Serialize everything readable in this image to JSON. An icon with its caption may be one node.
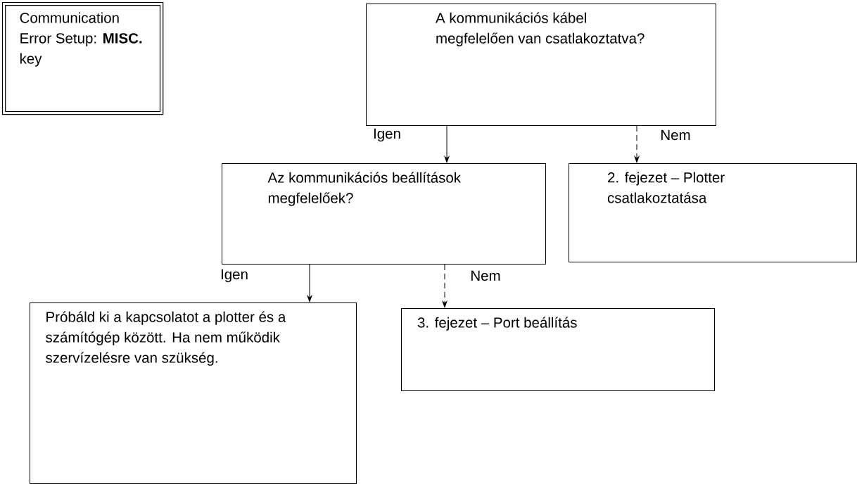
{
  "diagram": {
    "nodes": [
      {
        "text": [
          "Communication Error Setup: **MISC.** key"
        ]
      },
      {
        "text": [
          "A kommunikációs kábel megfelelően van csatlakoztatva?"
        ]
      },
      {
        "text": [
          "Az kommunikációs beállítások megfelelőek?"
        ]
      },
      {
        "text": [
          "2. fejezet – Plotter csatlakoztatása"
        ]
      },
      {
        "text": [
          "Próbáld ki a kapcsolatot a plotter és a számítógép között. Ha nem működik szervízelésre van szükség."
        ]
      },
      {
        "text": [
          "3. fejezet – Port beállítás"
        ]
      }
    ],
    "edges": [
      {
        "from": 1,
        "to": 2,
        "arrow": "to",
        "label": "Igen"
      },
      {
        "from": 1,
        "to": 3,
        "arrow": "to",
        "label": "Nem",
        "style": "dashed"
      },
      {
        "from": 2,
        "to": 4,
        "arrow": "to",
        "label": "Igen"
      },
      {
        "from": 2,
        "to": 5,
        "arrow": "to",
        "label": "Nem",
        "style": "dashed"
      }
    ]
  }
}
